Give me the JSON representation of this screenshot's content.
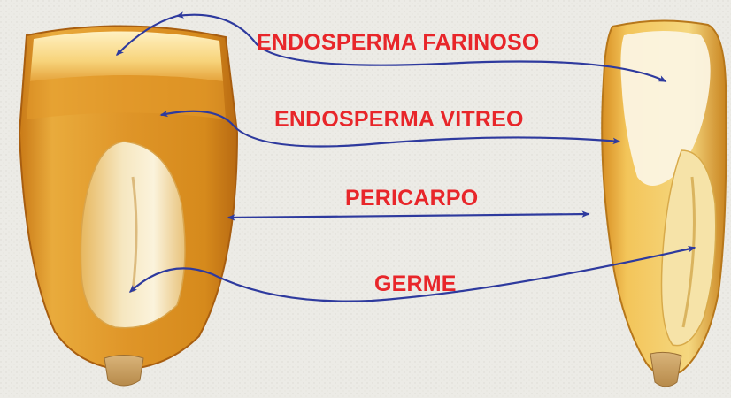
{
  "labels": {
    "endosperma_farinoso": "ENDOSPERMA FARINOSO",
    "endosperma_vitreo": "ENDOSPERMA VITREO",
    "pericarpo": "PERICARPO",
    "germe": "GERME"
  },
  "colors": {
    "label_text": "#e8262a",
    "arrow": "#2e3a9e",
    "background": "#ecebe6",
    "kernel_orange": "#d68a1c",
    "kernel_yellow": "#f0c24c",
    "kernel_cream": "#f3ead0"
  },
  "illustrations": [
    "corn-kernel-front-view",
    "corn-kernel-side-section"
  ]
}
